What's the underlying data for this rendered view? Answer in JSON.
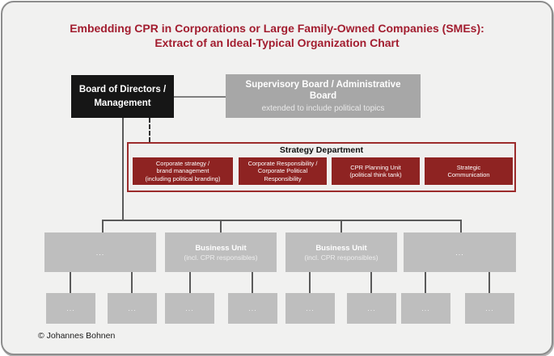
{
  "title": {
    "line1": "Embedding CPR in Corporations or Large Family-Owned Companies (SMEs):",
    "line2": "Extract of an Ideal-Typical Organization Chart"
  },
  "board": {
    "line1": "Board of Directors /",
    "line2": "Management"
  },
  "supervisory": {
    "line1": "Supervisory Board / Administrative",
    "line2": "Board",
    "subtitle": "extended to include political topics"
  },
  "strategy": {
    "title": "Strategy Department",
    "units": [
      {
        "lines": [
          "Corporate strategy /",
          "brand management",
          "(including political branding)"
        ]
      },
      {
        "lines": [
          "Corporate Responsibility /",
          "Corporate Political",
          "Responsibility"
        ]
      },
      {
        "lines": [
          "CPR Planning Unit",
          "(political think tank)"
        ]
      },
      {
        "lines": [
          "Strategic",
          "Communication"
        ]
      }
    ]
  },
  "business_units": [
    {
      "title": "..."
    },
    {
      "title": "Business Unit",
      "subtitle": "(incl. CPR responsibles)"
    },
    {
      "title": "Business Unit",
      "subtitle": "(incl. CPR responsibles)"
    },
    {
      "title": "..."
    }
  ],
  "leaves": [
    "...",
    "...",
    "...",
    "...",
    "...",
    "...",
    "...",
    "..."
  ],
  "footer": {
    "copyright": "© Johannes Bohnen"
  },
  "colors": {
    "accent_red": "#A21D2F",
    "unit_red": "#8E2322",
    "strategy_border_red": "#9C2B2B",
    "dark_box": "#161616",
    "supervisory_gray": "#A7A7A7",
    "unit_gray": "#BEBEBE",
    "connector": "#5A5A5A",
    "canvas_bg": "#F1F1F0"
  }
}
